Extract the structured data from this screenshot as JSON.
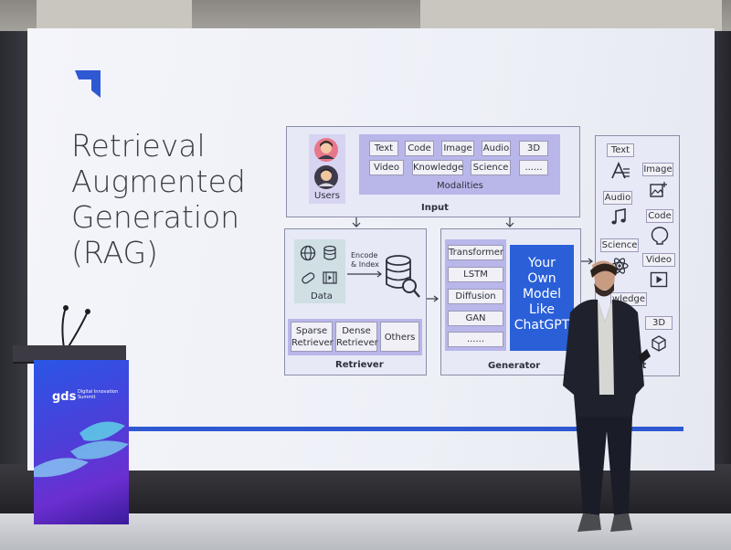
{
  "slide": {
    "title_lines": [
      "Retrieval",
      "Augmented",
      "Generation",
      "(RAG)"
    ],
    "accent_color": "#2f58d3"
  },
  "diagram": {
    "input": {
      "label": "Input",
      "users_label": "Users",
      "modalities_label": "Modalities",
      "modalities": [
        "Text",
        "Code",
        "Image",
        "Audio",
        "3D",
        "Video",
        "Knowledge",
        "Science",
        "......"
      ]
    },
    "retriever": {
      "label": "Retriever",
      "data_label": "Data",
      "encode_label": [
        "Encode",
        "& Index"
      ],
      "items": [
        {
          "lines": [
            "Sparse",
            "Retriever"
          ]
        },
        {
          "lines": [
            "Dense",
            "Retriever"
          ]
        },
        {
          "lines": [
            "Others"
          ]
        }
      ]
    },
    "generator": {
      "label": "Generator",
      "models": [
        "Transformer",
        "LSTM",
        "Diffusion",
        "GAN",
        "......"
      ],
      "highlight_lines": [
        "Your",
        "Own",
        "Model",
        "Like",
        "ChatGPT"
      ]
    },
    "result": {
      "label_visible": "ult",
      "items": [
        "Text",
        "Image",
        "Audio",
        "Code",
        "Science",
        "Video",
        "wledge",
        "3D"
      ]
    }
  },
  "podium": {
    "brand": "gds",
    "subtitle": [
      "Digital Innovation",
      "Summit"
    ]
  }
}
